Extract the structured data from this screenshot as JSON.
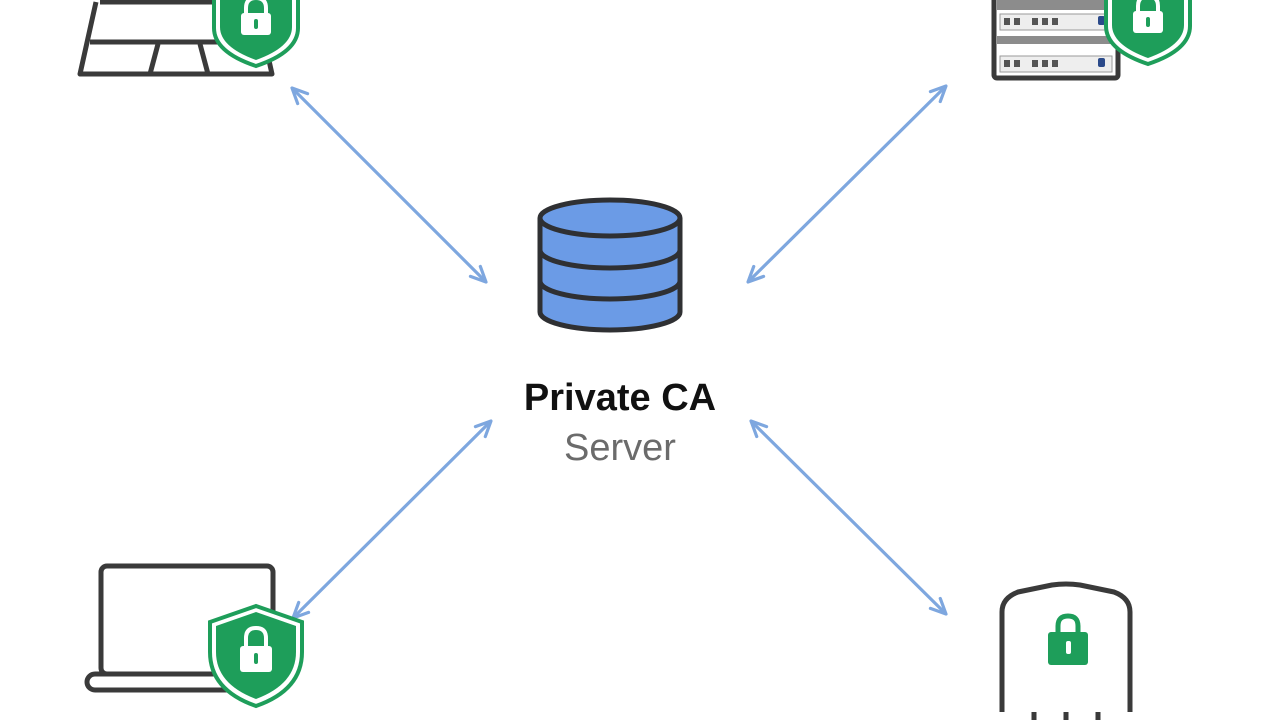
{
  "diagram": {
    "center": {
      "title": "Private CA",
      "subtitle": "Server",
      "icon": "database-icon"
    },
    "nodes": [
      {
        "id": "top-left",
        "icon": "keyboard-device-icon",
        "badge": "shield-lock-icon"
      },
      {
        "id": "top-right",
        "icon": "server-rack-icon",
        "badge": "shield-lock-icon"
      },
      {
        "id": "bottom-left",
        "icon": "laptop-icon",
        "badge": "shield-lock-icon"
      },
      {
        "id": "bottom-right",
        "icon": "iot-device-icon",
        "badge": "lock-icon"
      }
    ],
    "connections": [
      {
        "from": "center",
        "to": "top-left",
        "style": "bidirectional"
      },
      {
        "from": "center",
        "to": "top-right",
        "style": "bidirectional"
      },
      {
        "from": "center",
        "to": "bottom-left",
        "style": "bidirectional"
      },
      {
        "from": "center",
        "to": "bottom-right",
        "style": "bidirectional"
      }
    ],
    "colors": {
      "arrow": "#7ea7df",
      "database_fill": "#6b9be6",
      "outline": "#2f3033",
      "shield_fill": "#1e9e5a",
      "shield_border": "#1e9e5a",
      "badge_bg": "#ffffff",
      "title_text": "#111111",
      "subtitle_text": "#6b6b6b"
    }
  }
}
